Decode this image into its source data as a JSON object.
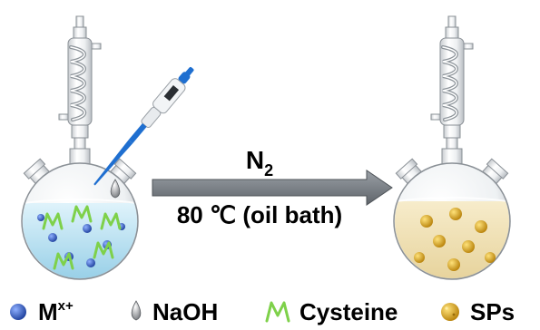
{
  "reaction": {
    "gas": "N",
    "gas_subscript": "2",
    "condition": "80 ℃ (oil bath)"
  },
  "legend": {
    "metal_ion": "M",
    "metal_ion_superscript": "x+",
    "base": "NaOH",
    "ligand": "Cysteine",
    "product": "SPs"
  },
  "colors": {
    "metal_ion": "#2f55b5",
    "ligand": "#7ed14a",
    "particle": "#d8a21a",
    "solution_start": "#bfe3f2",
    "solution_end": "#f1e2b4",
    "arrow": "#7a7e84",
    "pipette": "#1f6fd0"
  }
}
